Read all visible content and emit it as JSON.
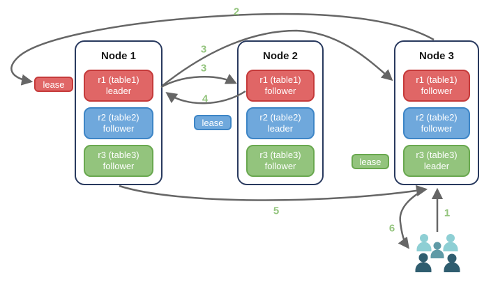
{
  "nodes": [
    {
      "title": "Node 1",
      "replicas": [
        {
          "name": "r1 (table1)",
          "role": "leader",
          "color": "red"
        },
        {
          "name": "r2 (table2)",
          "role": "follower",
          "color": "blue"
        },
        {
          "name": "r3 (table3)",
          "role": "follower",
          "color": "green"
        }
      ]
    },
    {
      "title": "Node 2",
      "replicas": [
        {
          "name": "r1 (table1)",
          "role": "follower",
          "color": "red"
        },
        {
          "name": "r2 (table2)",
          "role": "leader",
          "color": "blue"
        },
        {
          "name": "r3 (table3)",
          "role": "follower",
          "color": "green"
        }
      ]
    },
    {
      "title": "Node 3",
      "replicas": [
        {
          "name": "r1 (table1)",
          "role": "follower",
          "color": "red"
        },
        {
          "name": "r2 (table2)",
          "role": "follower",
          "color": "blue"
        },
        {
          "name": "r3 (table3)",
          "role": "leader",
          "color": "green"
        }
      ]
    }
  ],
  "leases": [
    {
      "label": "lease",
      "color": "red"
    },
    {
      "label": "lease",
      "color": "blue"
    },
    {
      "label": "lease",
      "color": "green"
    }
  ],
  "steps": {
    "step1": "1",
    "step2": "2",
    "step3_long": "3",
    "step3_short": "3",
    "step4": "4",
    "step5": "5",
    "step6": "6"
  },
  "icons": {
    "users": "users-group-icon"
  },
  "colors": {
    "red_fill": "#e06666",
    "red_border": "#c53a3a",
    "blue_fill": "#6fa8dc",
    "blue_border": "#3d85c6",
    "green_fill": "#93c47d",
    "green_border": "#69a84f",
    "node_border": "#28395e",
    "arrow": "#666666",
    "step_number": "#93c47d",
    "users_light": "#8ecfd4",
    "users_medium": "#5f9aa6",
    "users_dark": "#2f5d6f"
  }
}
